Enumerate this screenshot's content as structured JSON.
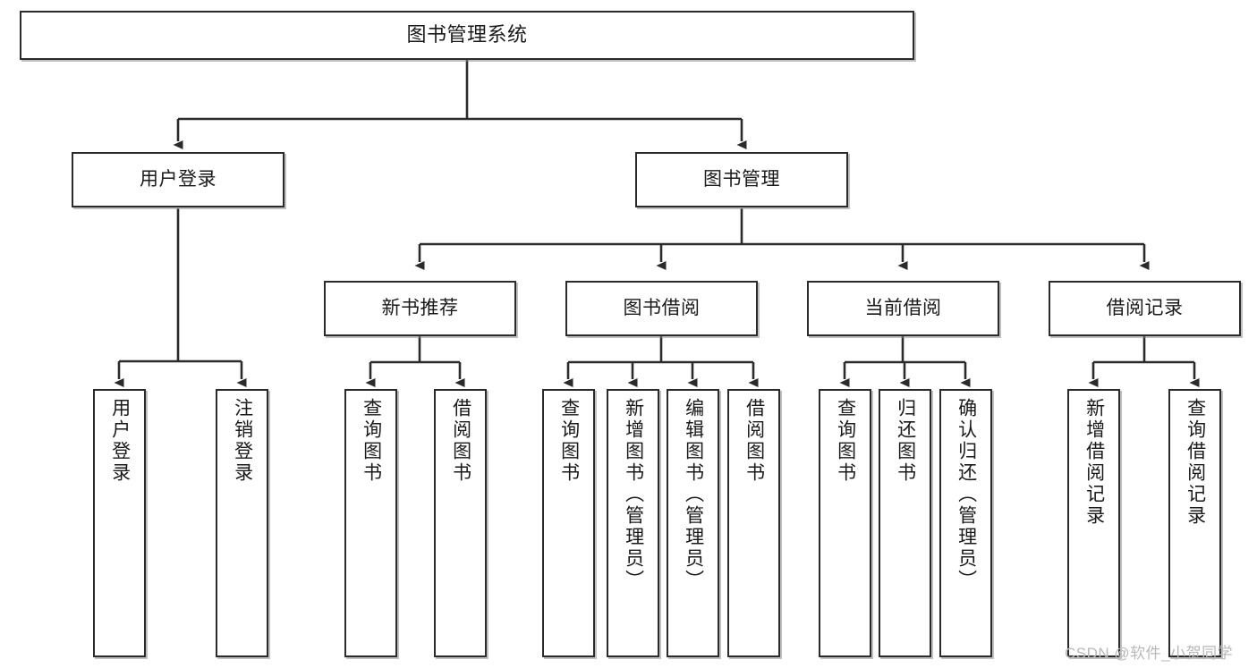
{
  "diagram": {
    "title": "图书管理系统",
    "type": "tree-hierarchy",
    "orientation": "top-down",
    "colors": {
      "box_border": "#2b2b2b",
      "box_fill": "#ffffff",
      "connector": "#2b2b2b",
      "watermark": "#b9b9b9",
      "background": "#ffffff"
    }
  },
  "root": {
    "label": "图书管理系统"
  },
  "level2": [
    {
      "label": "用户登录"
    },
    {
      "label": "图书管理"
    }
  ],
  "level3": [
    {
      "label": "新书推荐"
    },
    {
      "label": "图书借阅"
    },
    {
      "label": "当前借阅"
    },
    {
      "label": "借阅记录"
    }
  ],
  "leaves": {
    "user_login": [
      {
        "label": "用户登录"
      },
      {
        "label": "注销登录"
      }
    ],
    "new_book_recommend": [
      {
        "label": "查询图书"
      },
      {
        "label": "借阅图书"
      }
    ],
    "book_borrow": [
      {
        "label": "查询图书"
      },
      {
        "label": "新增图书（管理员）"
      },
      {
        "label": "编辑图书（管理员）"
      },
      {
        "label": "借阅图书"
      }
    ],
    "current_borrow": [
      {
        "label": "查询图书"
      },
      {
        "label": "归还图书"
      },
      {
        "label": "确认归还（管理员）"
      }
    ],
    "borrow_records": [
      {
        "label": "新增借阅记录"
      },
      {
        "label": "查询借阅记录"
      }
    ]
  },
  "watermark": {
    "text": "CSDN @软件_小贺同学"
  }
}
